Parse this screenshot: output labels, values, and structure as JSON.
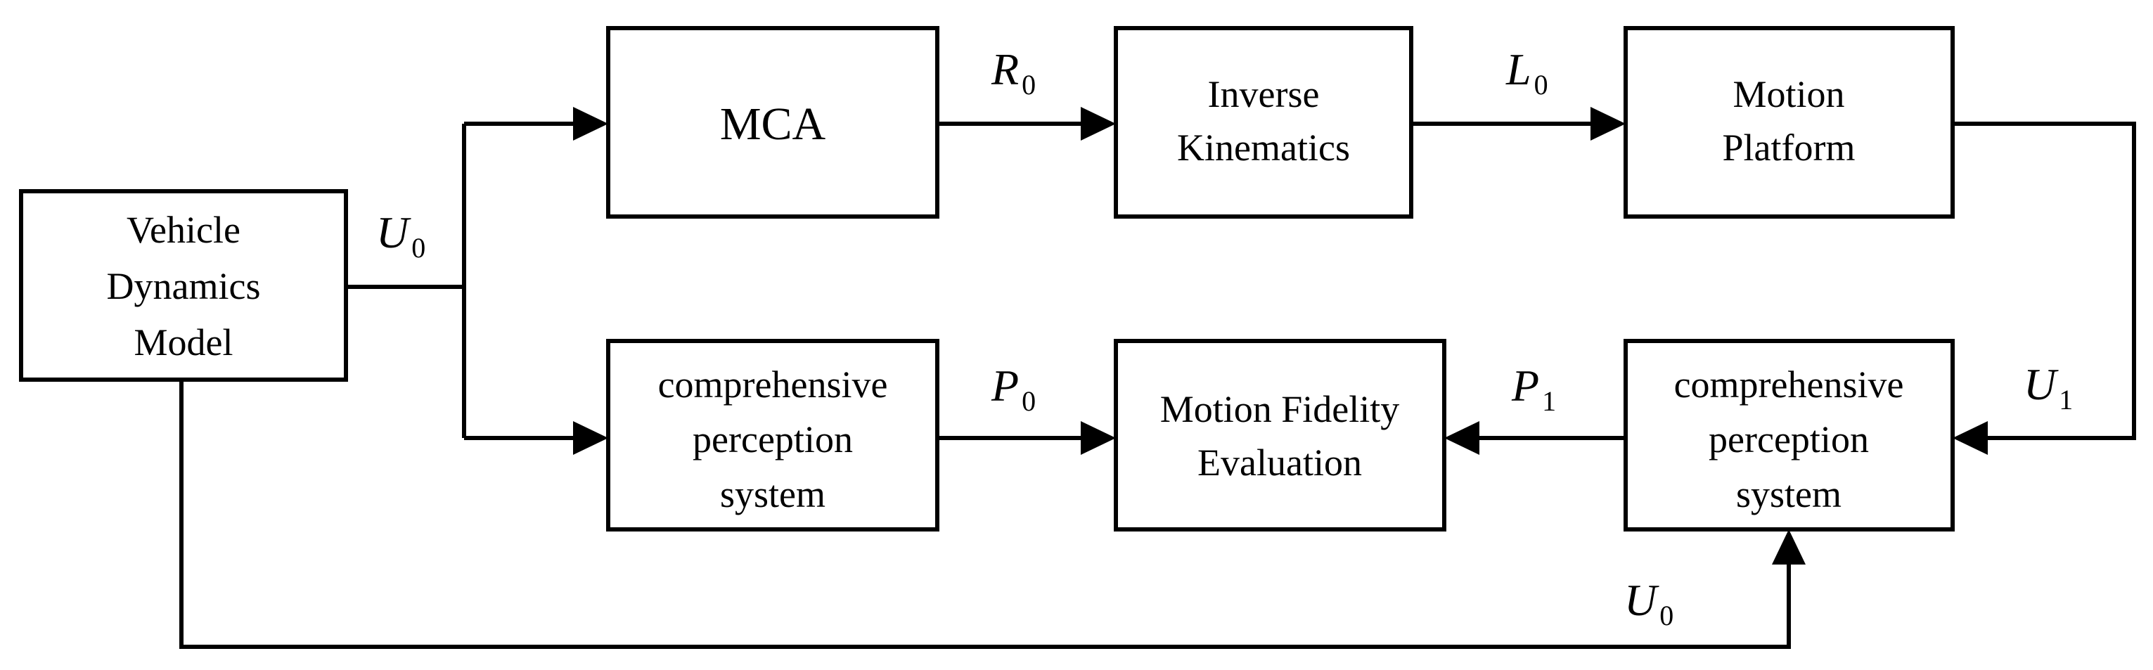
{
  "blocks": {
    "vehicle": [
      "Vehicle",
      "Dynamics",
      "Model"
    ],
    "mca": "MCA",
    "inverse_kinematics": [
      "Inverse",
      "Kinematics"
    ],
    "motion_platform": [
      "Motion",
      "Platform"
    ],
    "perception_top": [
      "comprehensive",
      "perception",
      "system"
    ],
    "fidelity": [
      "Motion Fidelity",
      "Evaluation"
    ],
    "perception_right": [
      "comprehensive",
      "perception",
      "system"
    ]
  },
  "signals": {
    "u0_main": {
      "base": "U",
      "sub": "0"
    },
    "r0": {
      "base": "R",
      "sub": "0"
    },
    "l0": {
      "base": "L",
      "sub": "0"
    },
    "u1": {
      "base": "U",
      "sub": "1"
    },
    "p0": {
      "base": "P",
      "sub": "0"
    },
    "p1": {
      "base": "P",
      "sub": "1"
    },
    "u0_bottom": {
      "base": "U",
      "sub": "0"
    }
  }
}
